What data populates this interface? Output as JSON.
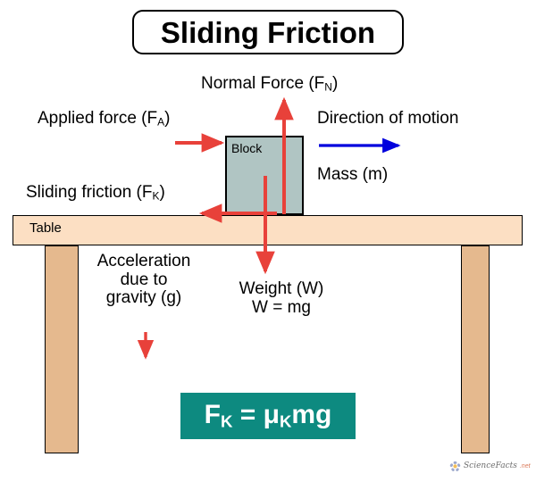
{
  "title": "Sliding Friction",
  "diagram": {
    "block_label": "Block",
    "table_label": "Table",
    "labels": {
      "normal_force_main": "Normal Force (F",
      "normal_force_sub": "N",
      "normal_force_close": ")",
      "applied_force_main": "Applied force (F",
      "applied_force_sub": "A",
      "applied_force_close": ")",
      "direction_of_motion": "Direction of motion",
      "mass": "Mass (m)",
      "sliding_friction_main": "Sliding friction (F",
      "sliding_friction_sub": "K",
      "sliding_friction_close": ")",
      "weight_line1": "Weight (W)",
      "weight_line2": "W = mg",
      "gravity_line1": "Acceleration",
      "gravity_line2": "due to",
      "gravity_line3": "gravity (g)"
    },
    "formula": {
      "f": "F",
      "f_sub": "K",
      "equals": " = ",
      "mu": "μ",
      "mu_sub": "K",
      "mg": "mg"
    },
    "colors": {
      "force_arrow_red": "#e8413a",
      "motion_arrow_blue": "#0000dd",
      "block_fill": "#b0c5c3",
      "table_top_fill": "#fcdfc3",
      "table_leg_fill": "#e5b98e",
      "formula_box_teal": "#0d8a80",
      "outline_black": "#000000"
    },
    "arrows": [
      {
        "name": "applied-force-arrow",
        "direction": "right",
        "color": "#e8413a"
      },
      {
        "name": "normal-force-arrow",
        "direction": "up",
        "color": "#e8413a"
      },
      {
        "name": "sliding-friction-arrow",
        "direction": "left",
        "color": "#e8413a"
      },
      {
        "name": "weight-arrow",
        "direction": "down",
        "color": "#e8413a"
      },
      {
        "name": "gravity-arrow",
        "direction": "down",
        "color": "#e8413a"
      },
      {
        "name": "direction-of-motion-arrow",
        "direction": "right",
        "color": "#0000dd"
      }
    ]
  },
  "watermark": {
    "name": "ScienceFacts",
    "tld": ".net"
  }
}
